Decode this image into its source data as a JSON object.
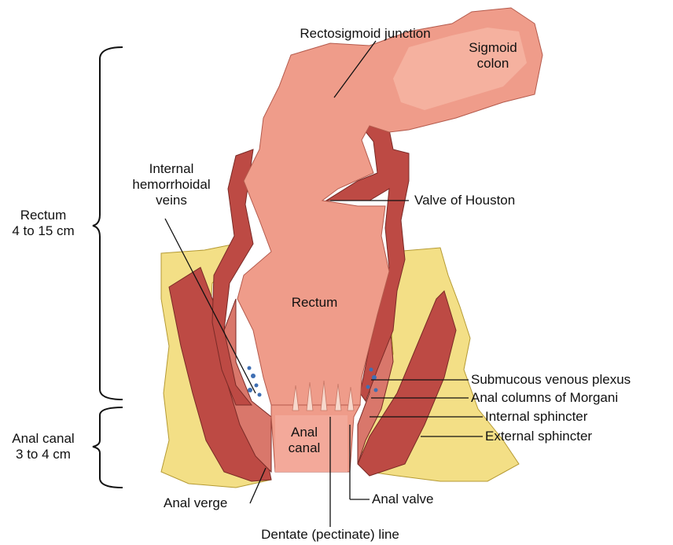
{
  "labels": {
    "rectosigmoid_junction": "Rectosigmoid junction",
    "sigmoid_colon": [
      "Sigmoid",
      "colon"
    ],
    "internal_hemorrhoidal_veins": [
      "Internal",
      "hemorrhoidal",
      "veins"
    ],
    "valve_of_houston": "Valve of Houston",
    "rectum_region": [
      "Rectum",
      "4 to 15 cm"
    ],
    "rectum_inner": "Rectum",
    "anal_canal_region": [
      "Anal canal",
      "3 to 4 cm"
    ],
    "anal_canal_inner": [
      "Anal",
      "canal"
    ],
    "submucous_venous_plexus": "Submucous venous plexus",
    "anal_columns_of_morgani": "Anal columns of Morgani",
    "internal_sphincter": "Internal sphincter",
    "external_sphincter": "External sphincter",
    "anal_verge": "Anal verge",
    "anal_valve": "Anal valve",
    "dentate_line": "Dentate (pectinate) line"
  },
  "colors": {
    "fat": "#f3df86",
    "fat_edge": "#b59a33",
    "muscle": "#bd4a44",
    "muscle_light": "#d9776b",
    "mucosa": "#ef9c8a",
    "mucosa_light": "#f6b6a4",
    "lining": "#f7d8cc",
    "vein": "#3f6fb3",
    "line": "#111111"
  }
}
